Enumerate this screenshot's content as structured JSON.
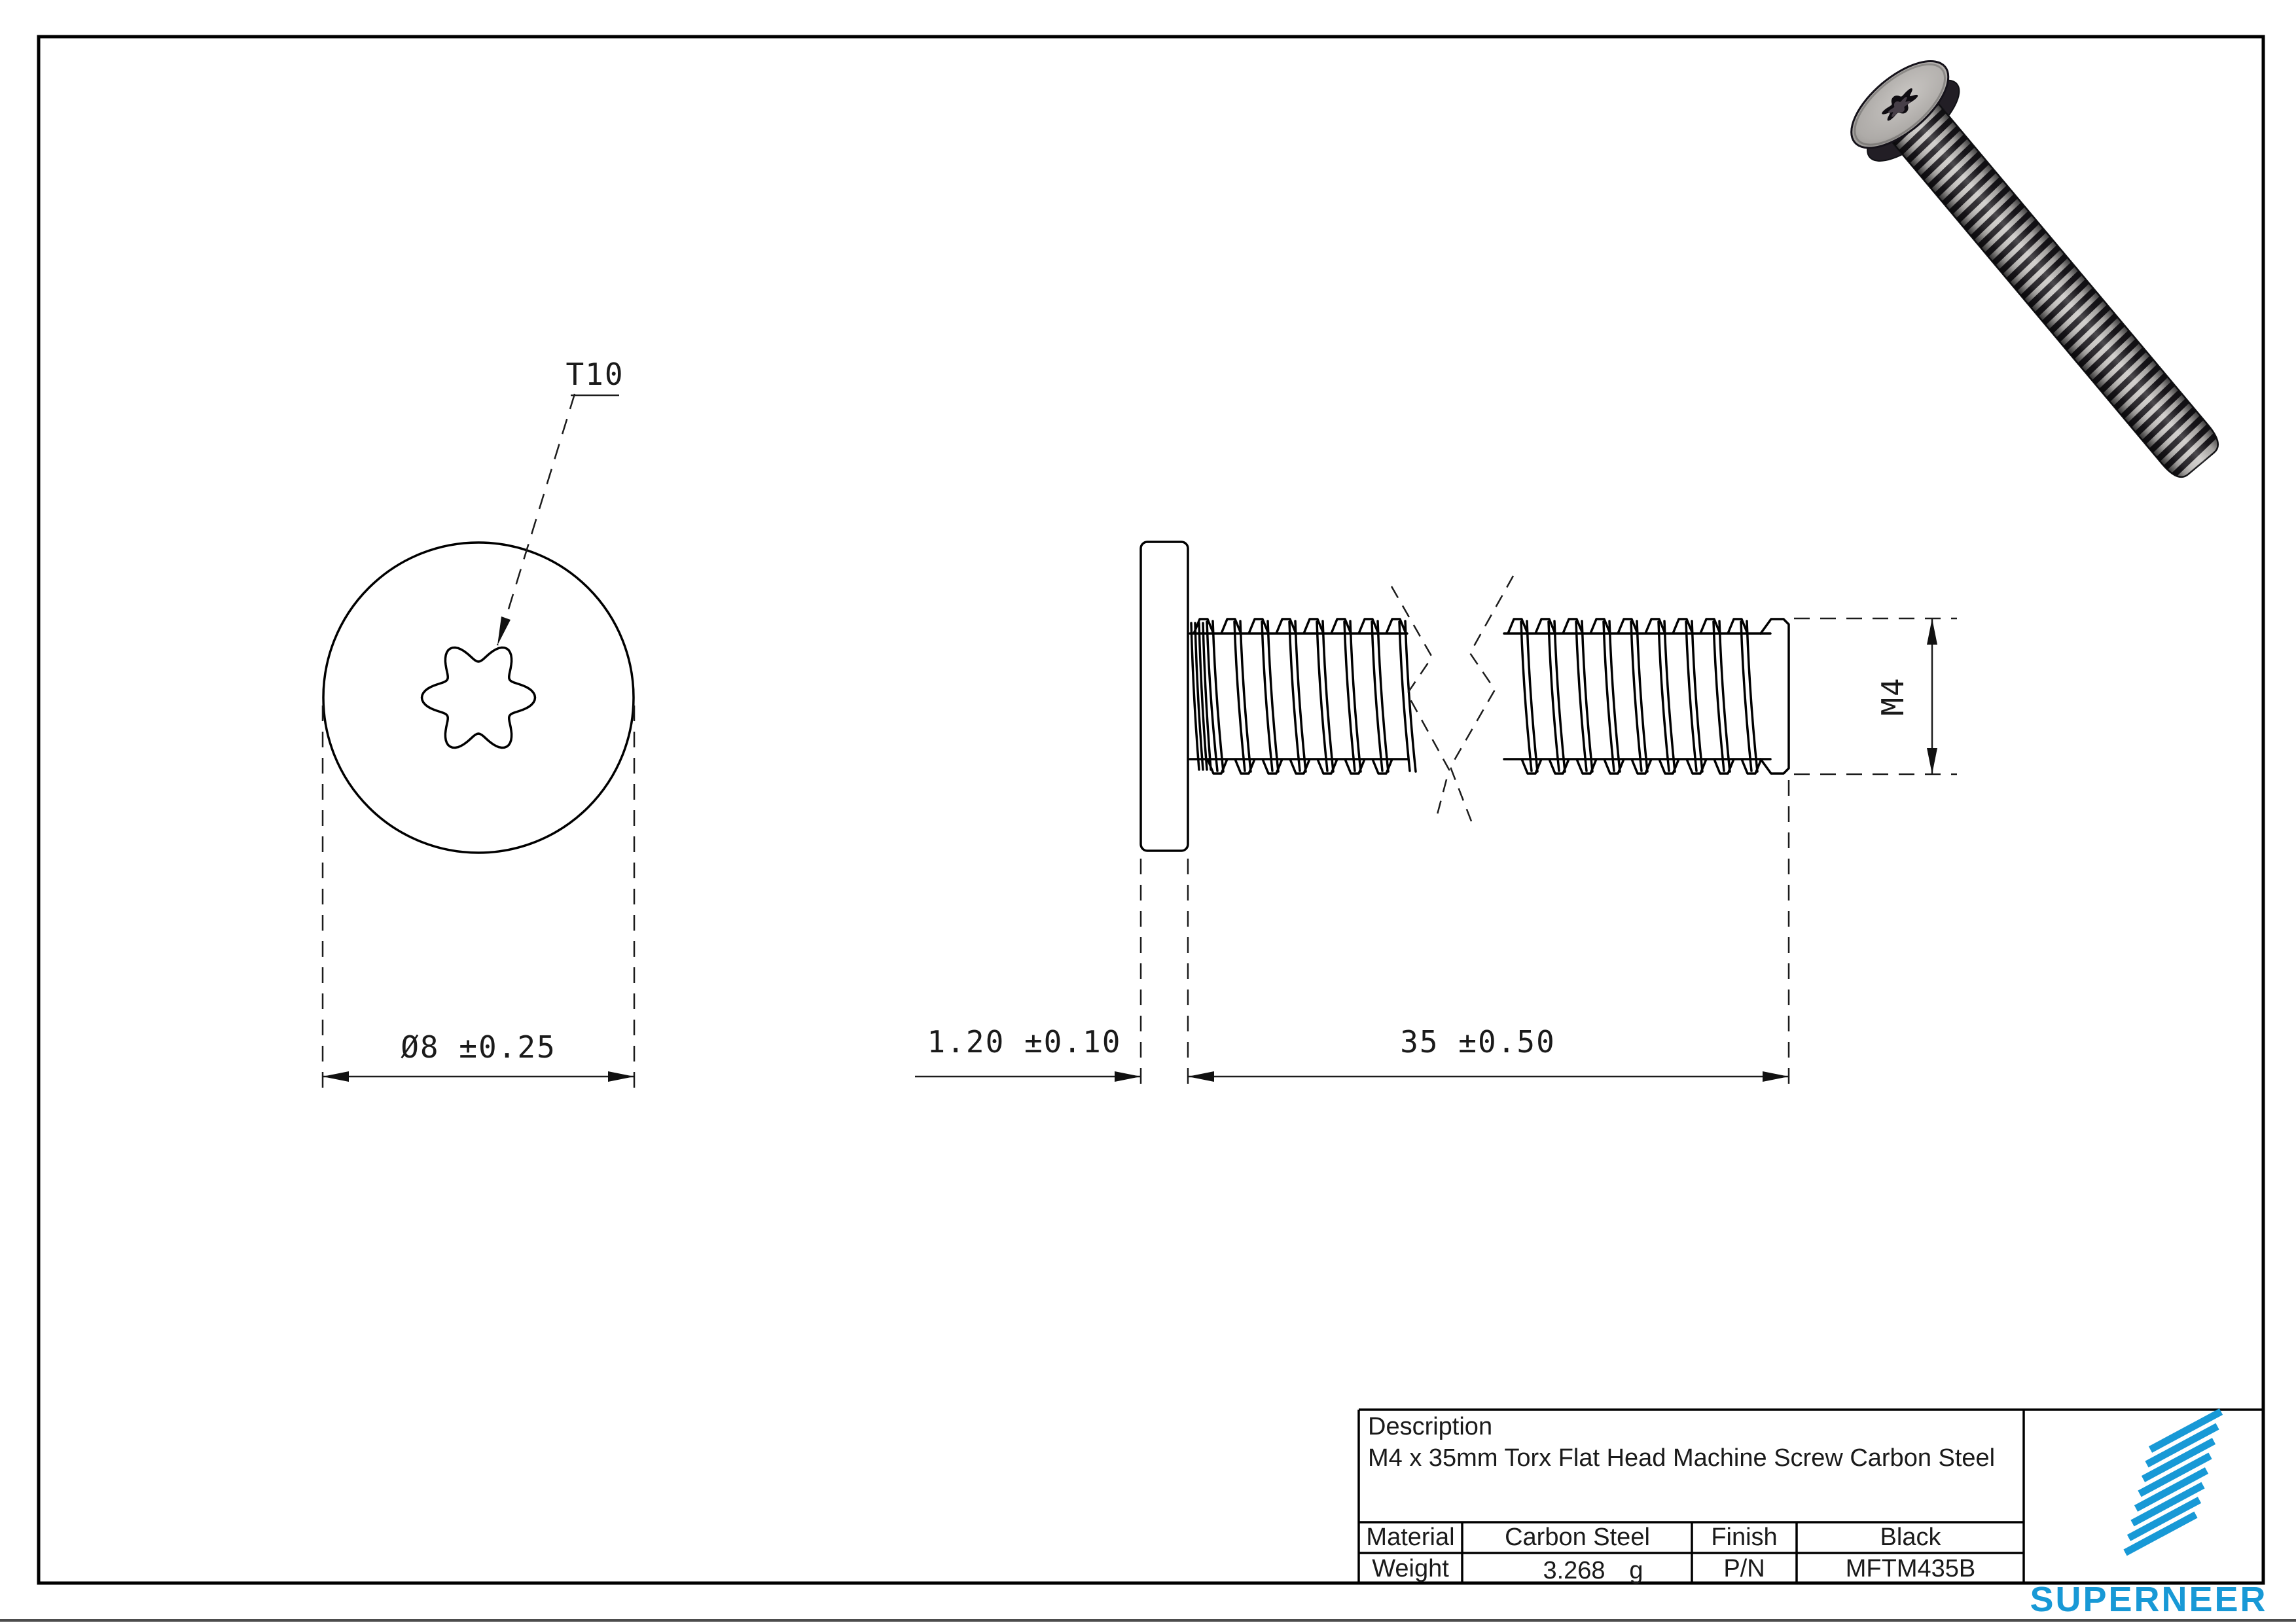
{
  "drawing": {
    "front_view": {
      "drive_label": "T10",
      "head_diameter": "Ø8 ±0.25"
    },
    "side_view": {
      "head_thickness": "1.20 ±0.10",
      "thread_length": "35 ±0.50",
      "thread_size": "M4"
    }
  },
  "title_block": {
    "description_label": "Description",
    "description_value": "M4 x 35mm Torx Flat Head Machine Screw Carbon Steel",
    "material_label": "Material",
    "material_value": "Carbon Steel",
    "finish_label": "Finish",
    "finish_value": "Black",
    "weight_label": "Weight",
    "weight_value": "3.268",
    "weight_unit": "g",
    "part_number_label": "P/N",
    "part_number_value": "MFTM435B"
  },
  "branding": {
    "company_name": "SUPERNEER",
    "accent_color": "#1899D6"
  },
  "render_colors": {
    "screw_dark": "#1a171c",
    "screw_light": "#c7c4c1"
  }
}
